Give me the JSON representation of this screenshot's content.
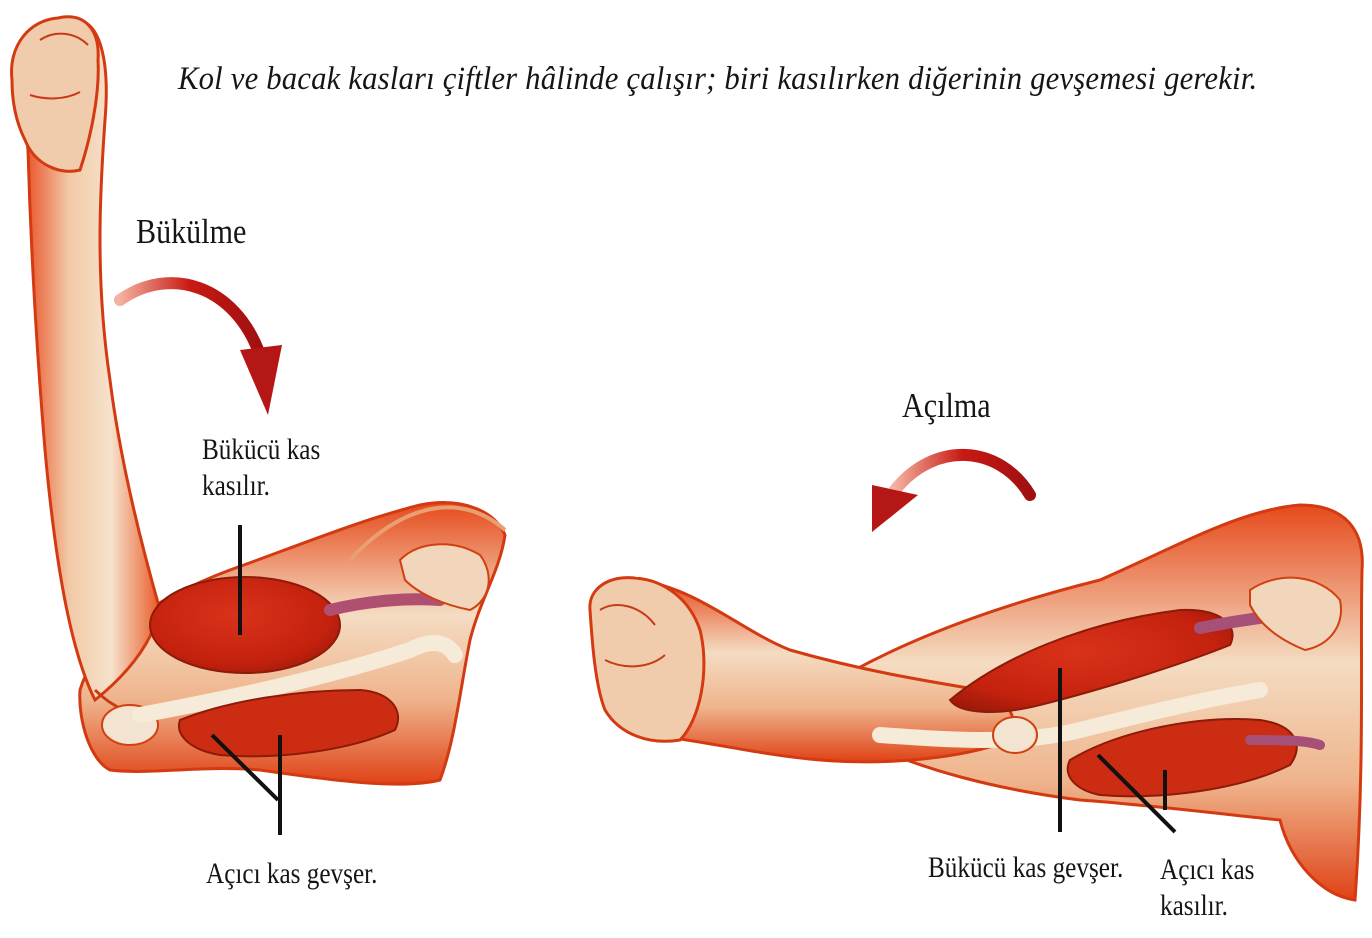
{
  "caption": "Kol ve bacak kasları çiftler hâlinde çalışır; biri kasılırken diğerinin gevşemesi gerekir.",
  "flexion": {
    "title": "Bükülme",
    "flexor_label": "Bükücü kas\nkasılır.",
    "extensor_label": "Açıcı kas gevşer."
  },
  "extension": {
    "title": "Açılma",
    "flexor_label": "Bükücü kas gevşer.",
    "extensor_label": "Açıcı kas\nkasılır."
  },
  "colors": {
    "muscle": "#e8401c",
    "muscle_dark": "#c8260e",
    "tendon": "#f3e6d3",
    "arrow": "#c41818",
    "text": "#151515"
  },
  "icons": [
    "curved-arrow-down",
    "curved-arrow-left"
  ]
}
